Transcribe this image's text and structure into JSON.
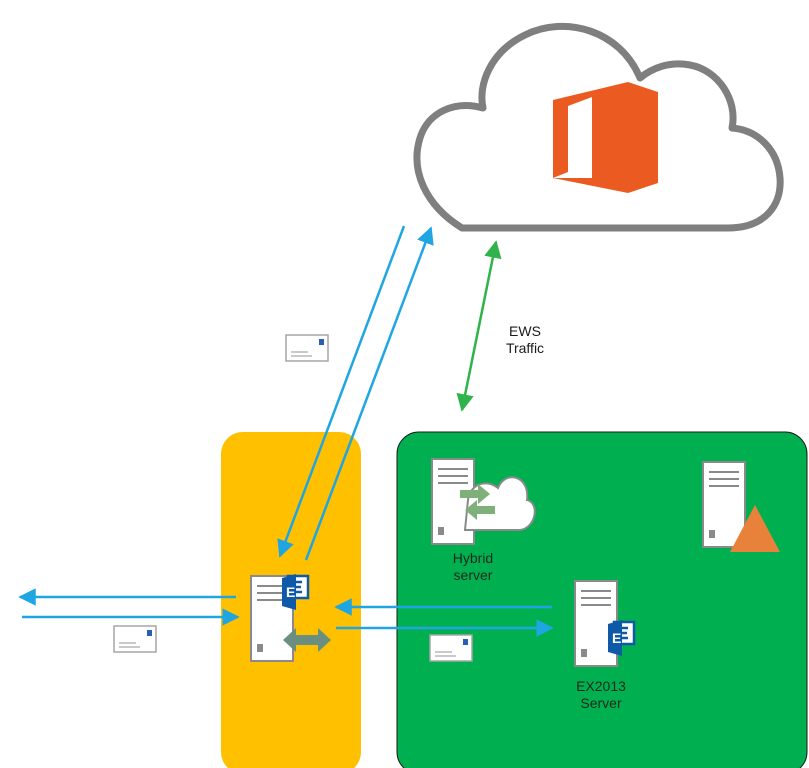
{
  "labels": {
    "ews_line1": "EWS",
    "ews_line2": "Traffic",
    "hybrid_line1": "Hybrid",
    "hybrid_line2": "server",
    "ex_line1": "EX2013",
    "ex_line2": "Server"
  },
  "icons": {
    "cloud": "cloud-icon",
    "office": "office-logo-icon",
    "exchange": "exchange-logo-icon",
    "server": "server-icon",
    "envelope": "envelope-icon",
    "warning": "warning-triangle-icon"
  },
  "colors": {
    "cloud_stroke": "#7f7f7f",
    "office_orange": "#eb5b21",
    "edge_zone": "#ffc000",
    "internal_zone": "#00b050",
    "mail_arrow": "#1fa6e2",
    "ews_arrow": "#2fb34a",
    "exchange_blue": "#0f5aa8",
    "triangle": "#e8823a"
  }
}
